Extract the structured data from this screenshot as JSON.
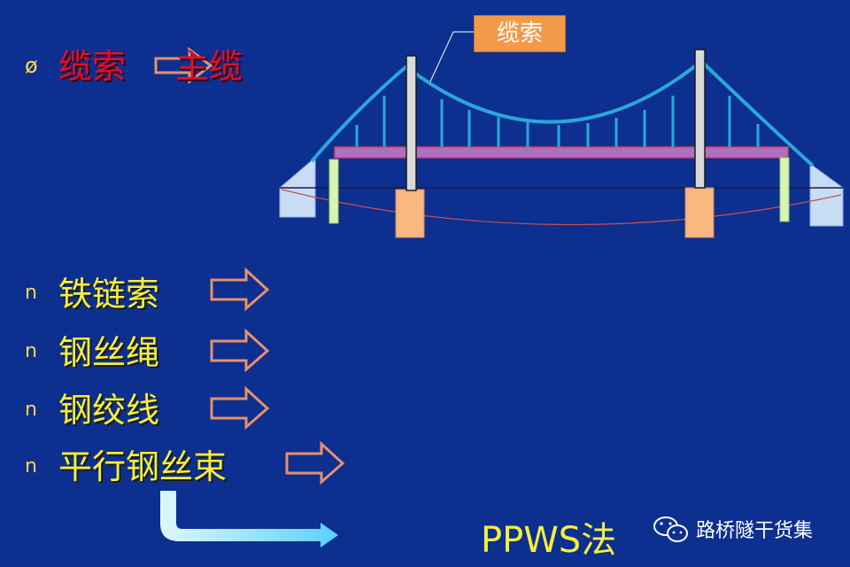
{
  "header": {
    "bullet": "ø",
    "title_left": "缆索",
    "title_right": "主缆"
  },
  "callout": {
    "label": "缆索"
  },
  "items": [
    {
      "bullet": "n",
      "label": "铁链索"
    },
    {
      "bullet": "n",
      "label": "钢丝绳"
    },
    {
      "bullet": "n",
      "label": "钢绞线"
    },
    {
      "bullet": "n",
      "label": "平行钢丝束"
    }
  ],
  "footer": {
    "method": "PPWS法",
    "watermark": "路桥隧干货集"
  },
  "colors": {
    "background": "#0d2f8f",
    "title": "#e0102a",
    "item_text": "#f4ef3c",
    "cable": "#2aa8d8",
    "tower": "#d9d9d9",
    "deck": "#b070c0"
  }
}
